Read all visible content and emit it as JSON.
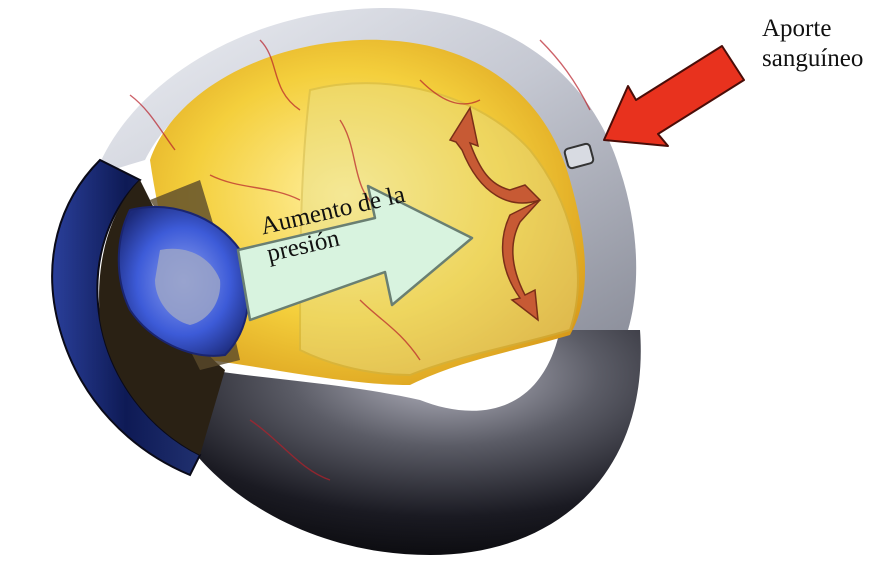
{
  "labels": {
    "pressure_line1": "Aumento de la",
    "pressure_line2": "presión",
    "blood_line1": "Aporte",
    "blood_line2": "sanguíneo"
  },
  "colors": {
    "sclera": "#c9ccd6",
    "choroid_shell": "#0b0b12",
    "vitreous": "#f6d64a",
    "iris": "#3d5bd8",
    "cornea_ring": "#1d2f86",
    "blood_arrow": "#e8321e",
    "flow_arrow": "#c75a34",
    "pressure_arrow_fill": "#d8f3df",
    "pressure_arrow_stroke": "#6a7f72"
  },
  "icons": [
    "eye-cross-section",
    "pressure-arrow-icon",
    "blood-supply-arrow-icon",
    "bidirectional-flow-arrow-icon",
    "optic-nerve-stub"
  ]
}
